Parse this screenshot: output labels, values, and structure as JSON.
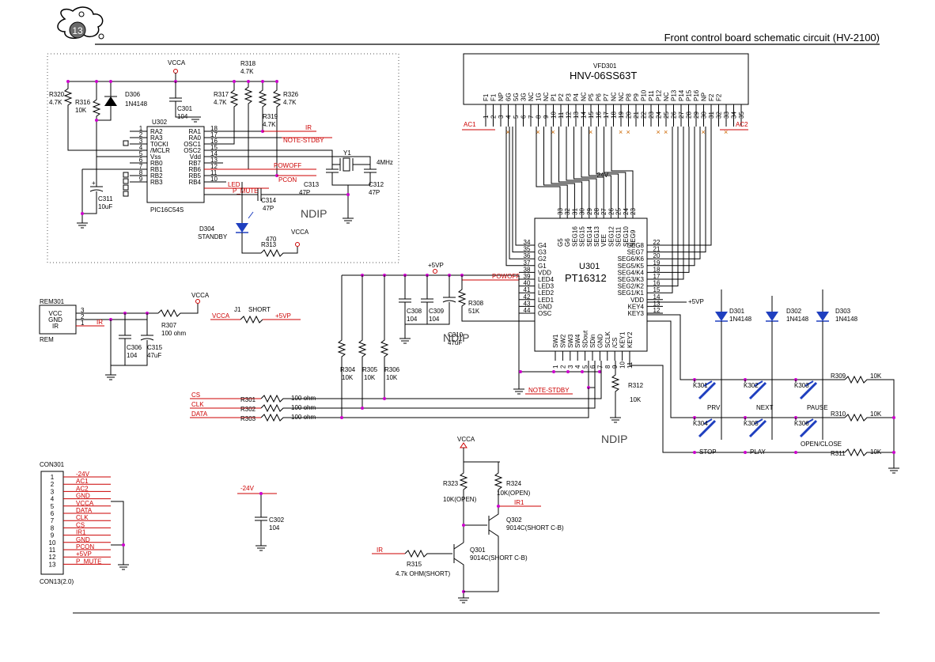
{
  "header": {
    "page_number": "13",
    "title": "Front control board schematic circuit (HV-2100)"
  },
  "pic_block": {
    "chip_ref": "U302",
    "chip_part": "PIC16C54S",
    "pins_left": [
      {
        "num": "1",
        "name": "RA2"
      },
      {
        "num": "2",
        "name": "RA3"
      },
      {
        "num": "3",
        "name": "T0CKI"
      },
      {
        "num": "4",
        "name": "/MCLR"
      },
      {
        "num": "5",
        "name": "Vss"
      },
      {
        "num": "6",
        "name": "RB0"
      },
      {
        "num": "7",
        "name": "RB1"
      },
      {
        "num": "8",
        "name": "RB2"
      },
      {
        "num": "9",
        "name": "RB3"
      }
    ],
    "pins_right": [
      {
        "num": "18",
        "name": "RA1"
      },
      {
        "num": "17",
        "name": "RA0"
      },
      {
        "num": "16",
        "name": "OSC1"
      },
      {
        "num": "15",
        "name": "OSC2"
      },
      {
        "num": "14",
        "name": "Vdd"
      },
      {
        "num": "13",
        "name": "RB7"
      },
      {
        "num": "12",
        "name": "RB6"
      },
      {
        "num": "11",
        "name": "RB5"
      },
      {
        "num": "10",
        "name": "RB4"
      }
    ],
    "labels": {
      "vcca": "VCCA",
      "r318": "R318",
      "r318v": "4.7K",
      "r320": "R320",
      "r320v": "4.7K",
      "r316": "R316",
      "r316v": "10K",
      "d306": "D306",
      "d306v": "1N4148",
      "r317": "R317",
      "r317v": "4.7K",
      "r326": "R326",
      "r326v": "4.7K",
      "r319": "R319",
      "r319v": "4.7K",
      "c301": "C301",
      "c301v": "104",
      "c311": "C311",
      "c311v": "10uF",
      "y1": "Y1",
      "mhz": "4MHz",
      "c313": "C313",
      "c313v": "47P",
      "c312": "C312",
      "c312v": "47P",
      "c314": "C314",
      "c314v": "47P",
      "ndip": "NDIP",
      "d304": "D304",
      "d304v": "STANDBY",
      "r313": "R313",
      "r313v": "470",
      "vcca2": "VCCA"
    },
    "nets": {
      "ir": "IR",
      "note_stdby": "NOTE-STDBY",
      "powoff": "POWOFF",
      "pcon": "PCON",
      "led": "LED",
      "p_mute": "P_MUTE"
    }
  },
  "vfd": {
    "ref": "VFD301",
    "part": "HNV-06SS63T",
    "pins": [
      "F1",
      "F1",
      "NP",
      "6G",
      "5G",
      "3G",
      "NC",
      "1G",
      "NC",
      "P1",
      "P2",
      "P3",
      "P4",
      "NC",
      "P5",
      "P6",
      "P7",
      "NC",
      "NC",
      "P8",
      "P9",
      "P10",
      "P11",
      "P12",
      "NC",
      "P13",
      "P14",
      "P15",
      "P16",
      "NP",
      "F2",
      "F2"
    ],
    "pin_numbers": [
      "1",
      "2",
      "3",
      "4",
      "5",
      "6",
      "7",
      "8",
      "9",
      "10",
      "11",
      "12",
      "13",
      "14",
      "15",
      "16",
      "17",
      "18",
      "19",
      "20",
      "21",
      "22",
      "23",
      "24",
      "25",
      "26",
      "27",
      "28",
      "29",
      "30",
      "31",
      "32",
      "33",
      "34",
      "35"
    ],
    "ac1": "AC1",
    "ac2": "AC2",
    "m24v": "-24V"
  },
  "pt16312": {
    "ref": "U301",
    "part": "PT16312",
    "top_pins": [
      "G5",
      "G6",
      "SEG16",
      "SEG15",
      "SEG14",
      "SEG13",
      "VEE",
      "SEG12",
      "SEG11",
      "SEG10",
      "SEG9"
    ],
    "top_nums": [
      "33",
      "32",
      "31",
      "30",
      "29",
      "28",
      "27",
      "26",
      "25",
      "24",
      "23"
    ],
    "left_pins": [
      {
        "num": "34",
        "name": "G4"
      },
      {
        "num": "35",
        "name": "G3"
      },
      {
        "num": "36",
        "name": "G2"
      },
      {
        "num": "37",
        "name": "G1"
      },
      {
        "num": "38",
        "name": "VDD"
      },
      {
        "num": "39",
        "name": "LED4"
      },
      {
        "num": "40",
        "name": "LED3"
      },
      {
        "num": "41",
        "name": "LED2"
      },
      {
        "num": "42",
        "name": "LED1"
      },
      {
        "num": "43",
        "name": "GND"
      },
      {
        "num": "44",
        "name": "OSC"
      }
    ],
    "right_pins": [
      {
        "num": "22",
        "name": "SEG8"
      },
      {
        "num": "21",
        "name": "SEG7"
      },
      {
        "num": "20",
        "name": "SEG6/K6"
      },
      {
        "num": "19",
        "name": "SEG5/K5"
      },
      {
        "num": "18",
        "name": "SEG4/K4"
      },
      {
        "num": "17",
        "name": "SEG3/K3"
      },
      {
        "num": "16",
        "name": "SEG2/K2"
      },
      {
        "num": "15",
        "name": "SEG1/K1"
      },
      {
        "num": "14",
        "name": "VDD"
      },
      {
        "num": "13",
        "name": "KEY4"
      },
      {
        "num": "12",
        "name": "KEY3"
      }
    ],
    "bottom_pins": [
      "SW1",
      "SW2",
      "SW3",
      "SW4",
      "SDout",
      "SDin",
      "GND",
      "SCLK",
      "/CS",
      "KEY1",
      "KEY2"
    ],
    "bottom_nums": [
      "1",
      "2",
      "3",
      "4",
      "5",
      "6",
      "7",
      "8",
      "9",
      "10",
      "11"
    ]
  },
  "power_area": {
    "plus5vp": "+5VP",
    "powoff": "POWOFF",
    "c308": "C308",
    "c308v": "104",
    "c309": "C309",
    "c309v": "104",
    "c310": "C310",
    "c310v": "47uF",
    "r308": "R308",
    "r308v": "51K",
    "r304": "R304",
    "r304v": "10K",
    "r305": "R305",
    "r305v": "10K",
    "r306": "R306",
    "r306v": "10K",
    "note_stdby": "NOTE-STDBY",
    "r312": "R312",
    "r312v": "10K",
    "ndip": "NDIP",
    "ndip2": "NDIP",
    "plus5vp2": "+5VP"
  },
  "rem": {
    "ref": "REM301",
    "name": "REM",
    "pins": [
      {
        "num": "3",
        "name": "VCC"
      },
      {
        "num": "2",
        "name": "GND"
      },
      {
        "num": "1",
        "name": "IR"
      }
    ],
    "ir": "IR",
    "vcca": "VCCA",
    "r307": "R307",
    "r307v": "100 ohm",
    "j1": "J1",
    "short": "SHORT",
    "vcca2": "VCCA",
    "plus5vp": "+5VP",
    "c306": "C306",
    "c306v": "104",
    "c315": "C315",
    "c315v": "47uF"
  },
  "bus": {
    "cs": "CS",
    "clk": "CLK",
    "data": "DATA",
    "r301": "R301",
    "r302": "R302",
    "r303": "R303",
    "rv": "100 ohm"
  },
  "diodes": {
    "d301": "D301",
    "d302": "D302",
    "d303": "D303",
    "dv": "1N4148"
  },
  "keys": {
    "k301": "K301",
    "k302": "K302",
    "k303": "K303",
    "k304": "K304",
    "k305": "K305",
    "k306": "K306",
    "prv": "PRV",
    "next": "NEXT",
    "pause": "PAUSE",
    "stop": "STOP",
    "play": "PLAY",
    "open_close": "OPEN/CLOSE",
    "r309": "R309",
    "r310": "R310",
    "r311": "R311",
    "rv": "10K"
  },
  "con301": {
    "ref": "CON301",
    "type": "CON13(2.0)",
    "pins": [
      {
        "num": "1",
        "name": "-24V"
      },
      {
        "num": "2",
        "name": "AC1"
      },
      {
        "num": "3",
        "name": "AC2"
      },
      {
        "num": "4",
        "name": "GND"
      },
      {
        "num": "5",
        "name": "VCCA"
      },
      {
        "num": "6",
        "name": "DATA"
      },
      {
        "num": "7",
        "name": "CLK"
      },
      {
        "num": "8",
        "name": "CS"
      },
      {
        "num": "9",
        "name": "IR1"
      },
      {
        "num": "10",
        "name": "GND"
      },
      {
        "num": "11",
        "name": "PCON"
      },
      {
        "num": "12",
        "name": "+5VP"
      },
      {
        "num": "13",
        "name": "P_MUTE"
      }
    ]
  },
  "c302": {
    "m24v": "-24V",
    "ref": "C302",
    "val": "104"
  },
  "ir_circuit": {
    "vcca": "VCCA",
    "r323": "R323",
    "r323v": "10K(OPEN)",
    "r324": "R324",
    "r324v": "10K(OPEN)",
    "ir1": "IR1",
    "q302": "Q302",
    "q302v": "9014C(SHORT C-B)",
    "q301": "Q301",
    "q301v": "9014C(SHORT C-B)",
    "ir": "IR",
    "r315": "R315",
    "r315v": "4.7k OHM(SHORT)"
  }
}
